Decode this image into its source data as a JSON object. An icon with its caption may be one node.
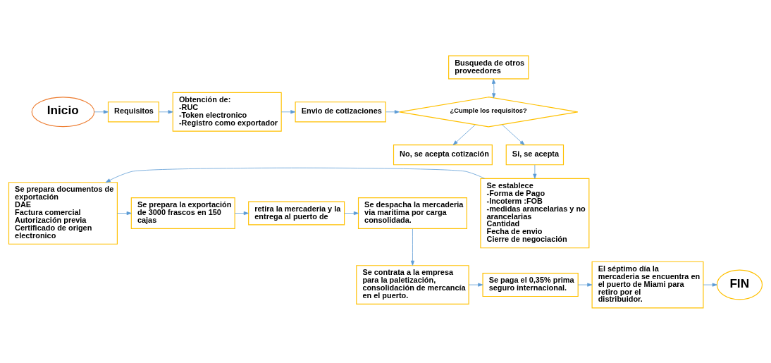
{
  "diagram": {
    "nodes": [
      {
        "text": [
          "Inicio"
        ]
      },
      {
        "text": [
          "Requisitos"
        ]
      },
      {
        "text": [
          "Obtención de:",
          "-RUC",
          "-Token electronico",
          "-Registro como exportador"
        ]
      },
      {
        "text": [
          "Busqueda de otros proveedores"
        ]
      },
      {
        "text": [
          "Envio de cotizaciones"
        ]
      },
      {
        "text": [
          "¿Cumple los requisitos?"
        ]
      },
      {
        "text": [
          "No, se acepta cotización"
        ]
      },
      {
        "text": [
          "Si, se acepta"
        ]
      },
      {
        "text": [
          "Se establece",
          "-Forma de Pago",
          "-Incoterm :FOB",
          "-medidas arancelarias y no arancelarias",
          "Cantidad",
          "Fecha de envio",
          "Cierre de negociación"
        ]
      },
      {
        "text": [
          "Se prepara documentos de exportación",
          "DAE",
          "Factura comercial",
          "Autorización previa",
          "Certificado de origen electronico"
        ]
      },
      {
        "text": [
          "Se prepara la exportación de 3000 frascos en 150 cajas"
        ]
      },
      {
        "text": [
          "retira la mercaderia y la entrega al puerto de"
        ]
      },
      {
        "text": [
          "Se despacha la mercaderia via maritima por carga consolidada."
        ]
      },
      {
        "text": [
          "Se contrata a la empresa para la paletización, consolidación de mercancía en el puerto."
        ]
      },
      {
        "text": [
          "Se paga el 0,35% prima seguro internacional."
        ]
      },
      {
        "text": [
          "El séptimo día la mercaderia se encuentra en el puerto de Miami para retiro por el distribuidor."
        ]
      },
      {
        "text": [
          "FIN"
        ]
      }
    ],
    "edges": [
      {
        "from": 0,
        "to": 1,
        "arrow": "to"
      },
      {
        "from": 1,
        "to": 2,
        "arrow": "to"
      },
      {
        "from": 2,
        "to": 4,
        "arrow": "to"
      },
      {
        "from": 4,
        "to": 5,
        "arrow": "to"
      },
      {
        "from": 5,
        "to": 3,
        "arrow": "both"
      },
      {
        "from": 5,
        "to": 6,
        "arrow": "to"
      },
      {
        "from": 5,
        "to": 7,
        "arrow": "to"
      },
      {
        "from": 7,
        "to": 8,
        "arrow": "to"
      },
      {
        "from": 8,
        "to": 9,
        "arrow": "to"
      },
      {
        "from": 9,
        "to": 10,
        "arrow": "to"
      },
      {
        "from": 10,
        "to": 11,
        "arrow": "to"
      },
      {
        "from": 11,
        "to": 12,
        "arrow": "to"
      },
      {
        "from": 12,
        "to": 13,
        "arrow": "to"
      },
      {
        "from": 13,
        "to": 14,
        "arrow": "to"
      },
      {
        "from": 14,
        "to": 15,
        "arrow": "to"
      },
      {
        "from": 15,
        "to": 16,
        "arrow": "to"
      }
    ]
  }
}
